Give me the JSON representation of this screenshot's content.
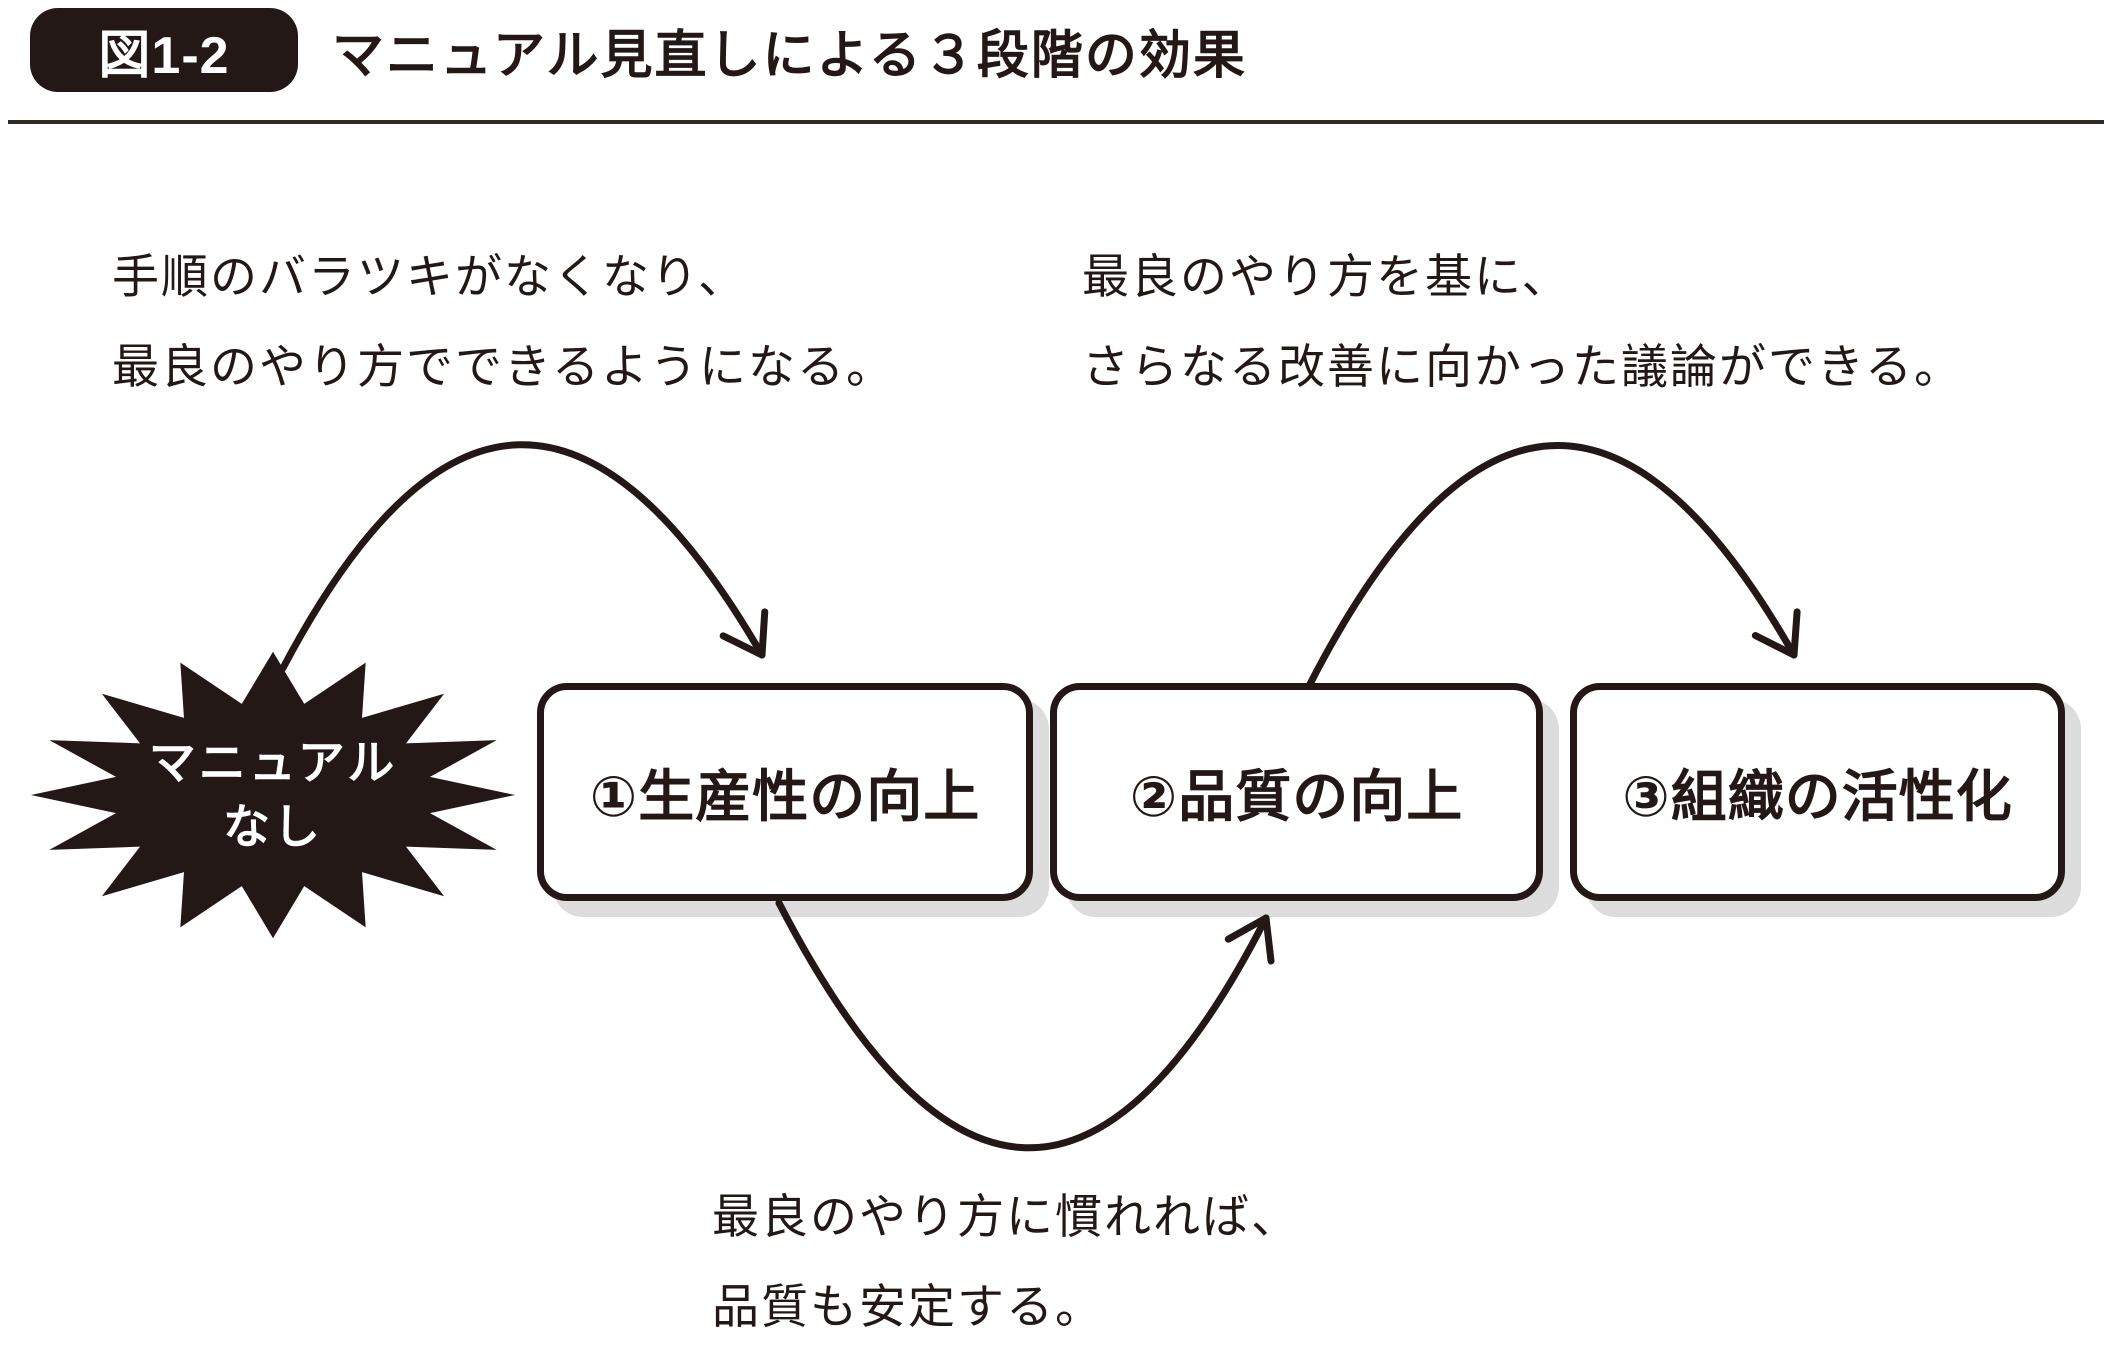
{
  "figure": {
    "badge": "図1-2",
    "title": "マニュアル見直しによる３段階の効果"
  },
  "annotations": {
    "top_left_line1": "手順のバラツキがなくなり、",
    "top_left_line2": "最良のやり方でできるようになる。",
    "top_right_line1": "最良のやり方を基に、",
    "top_right_line2": "さらなる改善に向かった議論ができる。",
    "bottom_line1": "最良のやり方に慣れれば、",
    "bottom_line2": "品質も安定する。"
  },
  "start_node": {
    "line1": "マニュアル",
    "line2": "なし"
  },
  "stages": [
    {
      "label": "①生産性の向上"
    },
    {
      "label": "②品質の向上"
    },
    {
      "label": "③組織の活性化"
    }
  ],
  "colors": {
    "ink": "#231815",
    "shadow": "#dcdcdc",
    "background": "#ffffff"
  }
}
